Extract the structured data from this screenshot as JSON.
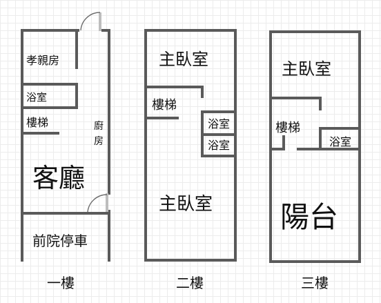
{
  "colors": {
    "wall": "#5a5a5a",
    "text": "#111111",
    "grid": "#ececec"
  },
  "floors": [
    {
      "name": "一樓",
      "rooms": {
        "elder_room": "孝親房",
        "bath": "浴室",
        "stairs": "樓梯",
        "kitchen_1": "廚",
        "kitchen_2": "房",
        "living": "客廳",
        "parking": "前院停車"
      }
    },
    {
      "name": "二樓",
      "rooms": {
        "master_top": "主臥室",
        "stairs": "樓梯",
        "bath_1": "浴室",
        "bath_2": "浴室",
        "master_bottom": "主臥室"
      }
    },
    {
      "name": "三樓",
      "rooms": {
        "master": "主臥室",
        "stairs": "樓梯",
        "bath": "浴室",
        "balcony": "陽台"
      }
    }
  ]
}
